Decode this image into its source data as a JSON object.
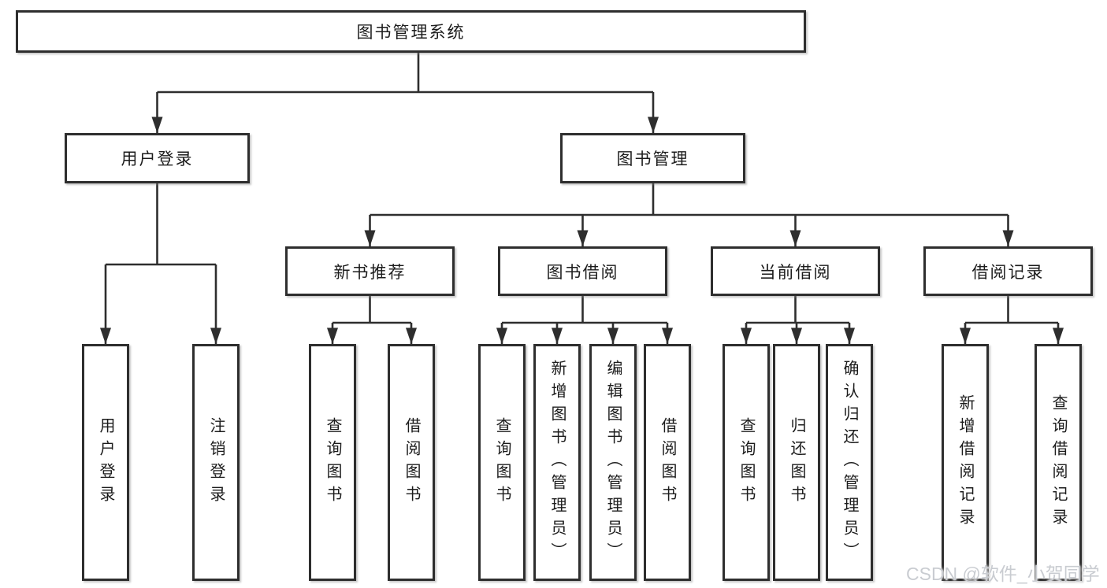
{
  "tree": {
    "label": "图书管理系统",
    "children": [
      {
        "label": "用户登录",
        "children": [
          {
            "label": "用户登录"
          },
          {
            "label": "注销登录"
          }
        ]
      },
      {
        "label": "图书管理",
        "children": [
          {
            "label": "新书推荐",
            "children": [
              {
                "label": "查询图书"
              },
              {
                "label": "借阅图书"
              }
            ]
          },
          {
            "label": "图书借阅",
            "children": [
              {
                "label": "查询图书"
              },
              {
                "label": "新增图书（管理员）"
              },
              {
                "label": "编辑图书（管理员）"
              },
              {
                "label": "借阅图书"
              }
            ]
          },
          {
            "label": "当前借阅",
            "children": [
              {
                "label": "查询图书"
              },
              {
                "label": "归还图书"
              },
              {
                "label": "确认归还（管理员）"
              }
            ]
          },
          {
            "label": "借阅记录",
            "children": [
              {
                "label": "新增借阅记录"
              },
              {
                "label": "查询借阅记录"
              }
            ]
          }
        ]
      }
    ]
  },
  "watermark": "CSDN @软件_小贺同学",
  "colors": {
    "line": "#2e2e2e",
    "text": "#1c1c1c",
    "bg": "#ffffff",
    "watermark": "#c9ccd1"
  }
}
